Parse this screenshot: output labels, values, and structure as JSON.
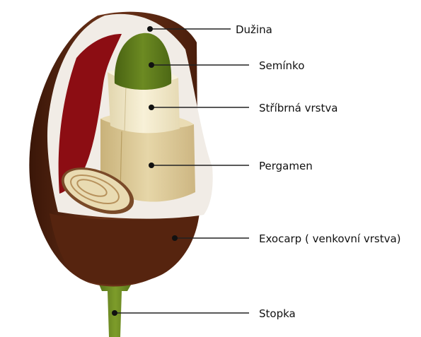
{
  "colors": {
    "exocarp": "#5a2812",
    "exocarp_dark": "#3a1608",
    "pulp": "#f1ece6",
    "inner_red": "#8c0d13",
    "seed": "#5f7d1a",
    "silver_skin": "#f0e6c4",
    "parchment": "#d8c596",
    "stem": "#6d8c1e",
    "leader": "#222222"
  },
  "labels": {
    "duzina": "Dužina",
    "seminko": "Semínko",
    "stribrna": "Stříbrná vrstva",
    "pergamen": "Pergamen",
    "exocarp": "Exocarp ( venkovní vrstva)",
    "stopka": "Stopka"
  }
}
